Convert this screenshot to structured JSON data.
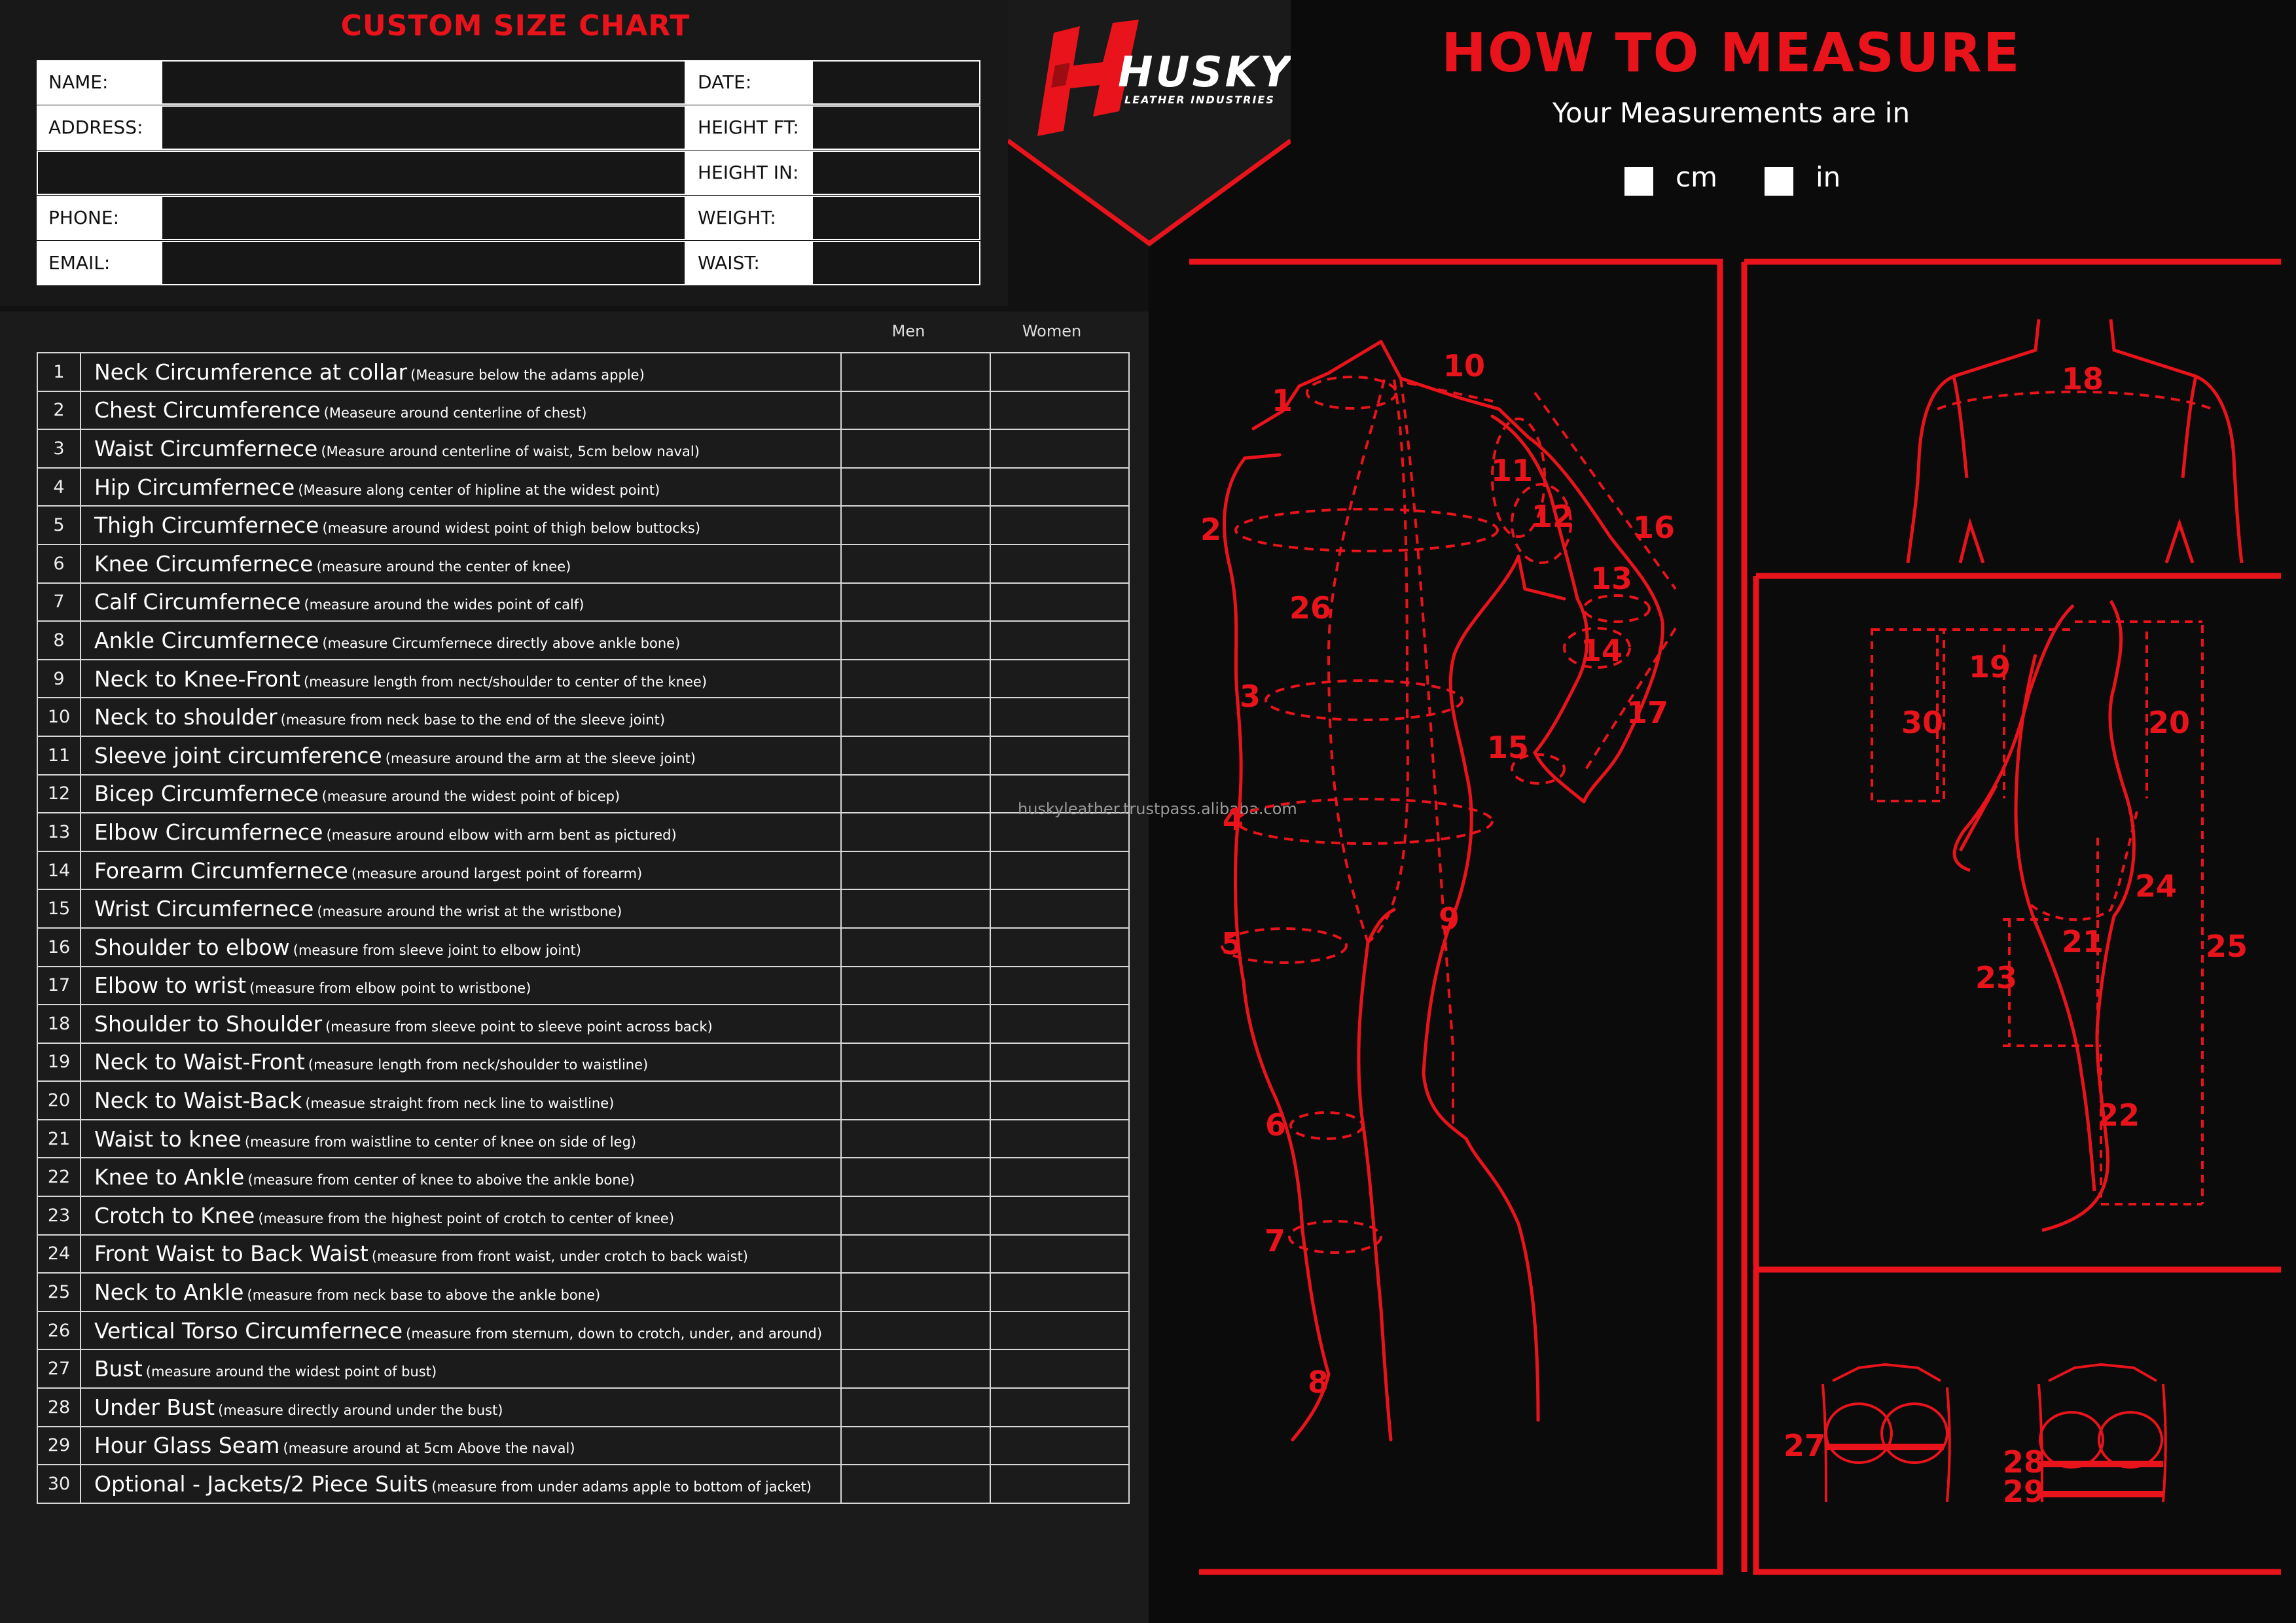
{
  "brand": {
    "name": "HUSKY",
    "tagline": "LEATHER INDUSTRIES",
    "accent_color": "#e8131b"
  },
  "chart": {
    "title": "CUSTOM SIZE CHART",
    "fields_left": [
      {
        "label": "NAME:",
        "value": ""
      },
      {
        "label": "ADDRESS:",
        "value": ""
      },
      {
        "label": "",
        "value": ""
      },
      {
        "label": "PHONE:",
        "value": ""
      },
      {
        "label": "EMAIL:",
        "value": ""
      }
    ],
    "fields_right": [
      {
        "label": "DATE:",
        "value": ""
      },
      {
        "label": "HEIGHT FT:",
        "value": ""
      },
      {
        "label": "HEIGHT IN:",
        "value": ""
      },
      {
        "label": "WEIGHT:",
        "value": ""
      },
      {
        "label": "WAIST:",
        "value": ""
      }
    ],
    "col_men": "Men",
    "col_women": "Women",
    "rows": [
      {
        "num": "1",
        "name": "Neck Circumference at collar",
        "note": "(Measure below the adams apple)"
      },
      {
        "num": "2",
        "name": "Chest Circumference",
        "note": "(Measeure around centerline of chest)"
      },
      {
        "num": "3",
        "name": "Waist Circumfernece",
        "note": "(Measure around centerline of waist, 5cm below naval)"
      },
      {
        "num": "4",
        "name": "Hip Circumfernece",
        "note": "(Measure along center of hipline at the widest point)"
      },
      {
        "num": "5",
        "name": "Thigh Circumfernece",
        "note": "(measure around widest point of thigh below buttocks)"
      },
      {
        "num": "6",
        "name": "Knee Circumfernece",
        "note": "(measure around the center of knee)"
      },
      {
        "num": "7",
        "name": "Calf Circumfernece",
        "note": "(measure around the wides point of calf)"
      },
      {
        "num": "8",
        "name": "Ankle Circumfernece",
        "note": "(measure Circumfernece directly above ankle bone)"
      },
      {
        "num": "9",
        "name": "Neck to Knee-Front",
        "note": "(measure length from nect/shoulder to center of the knee)"
      },
      {
        "num": "10",
        "name": "Neck to shoulder",
        "note": "(measure from neck base to the end of the sleeve joint)"
      },
      {
        "num": "11",
        "name": "Sleeve joint circumference",
        "note": "(measure around the arm at the sleeve joint)"
      },
      {
        "num": "12",
        "name": "Bicep Circumfernece",
        "note": "(measure around the widest point of bicep)"
      },
      {
        "num": "13",
        "name": "Elbow Circumfernece",
        "note": "(measure around elbow with arm bent as pictured)"
      },
      {
        "num": "14",
        "name": "Forearm Circumfernece",
        "note": "(measure around largest point of forearm)"
      },
      {
        "num": "15",
        "name": "Wrist Circumfernece",
        "note": "(measure around the wrist at the wristbone)"
      },
      {
        "num": "16",
        "name": "Shoulder to elbow",
        "note": "(measure from sleeve joint to elbow joint)"
      },
      {
        "num": "17",
        "name": "Elbow to wrist",
        "note": "(measure from elbow point to wristbone)"
      },
      {
        "num": "18",
        "name": "Shoulder to Shoulder",
        "note": "(measure from sleeve point to sleeve point across back)"
      },
      {
        "num": "19",
        "name": "Neck to Waist-Front",
        "note": "(measure length from neck/shoulder to waistline)"
      },
      {
        "num": "20",
        "name": "Neck to Waist-Back",
        "note": "(measue straight from neck line to waistline)"
      },
      {
        "num": "21",
        "name": "Waist to knee",
        "note": "(measure from waistline to center of knee on side of leg)"
      },
      {
        "num": "22",
        "name": "Knee to Ankle",
        "note": "(measure from center of knee to aboive the ankle bone)"
      },
      {
        "num": "23",
        "name": "Crotch to Knee",
        "note": "(measure from the highest point of crotch to center of knee)"
      },
      {
        "num": "24",
        "name": "Front Waist to Back Waist",
        "note": "(measure from front waist, under crotch to back waist)"
      },
      {
        "num": "25",
        "name": "Neck to Ankle",
        "note": "(measure from neck base to above the ankle bone)"
      },
      {
        "num": "26",
        "name": "Vertical Torso Circumfernece",
        "note": "(measure from sternum, down to crotch, under, and around)"
      },
      {
        "num": "27",
        "name": "Bust",
        "note": "(measure around the widest point of bust)"
      },
      {
        "num": "28",
        "name": "Under Bust",
        "note": "(measure directly around under the bust)"
      },
      {
        "num": "29",
        "name": "Hour Glass Seam",
        "note": "(measure around at 5cm Above the naval)"
      },
      {
        "num": "30",
        "name": "Optional - Jackets/2 Piece Suits",
        "note": "(measure from under adams apple to bottom of jacket)"
      }
    ]
  },
  "measure": {
    "title": "HOW TO MEASURE",
    "subtitle": "Your Measurements are in",
    "unit_cm": "cm",
    "unit_in": "in"
  },
  "watermark": "huskyleather.trustpass.alibaba.com",
  "diagram_labels": {
    "front": [
      "1",
      "2",
      "3",
      "4",
      "5",
      "6",
      "7",
      "8",
      "9",
      "10",
      "11",
      "12",
      "13",
      "14",
      "15",
      "16",
      "17",
      "26"
    ],
    "back": [
      "18"
    ],
    "side": [
      "19",
      "20",
      "21",
      "22",
      "23",
      "24",
      "25",
      "30"
    ],
    "bust": [
      "27",
      "28",
      "29"
    ]
  }
}
